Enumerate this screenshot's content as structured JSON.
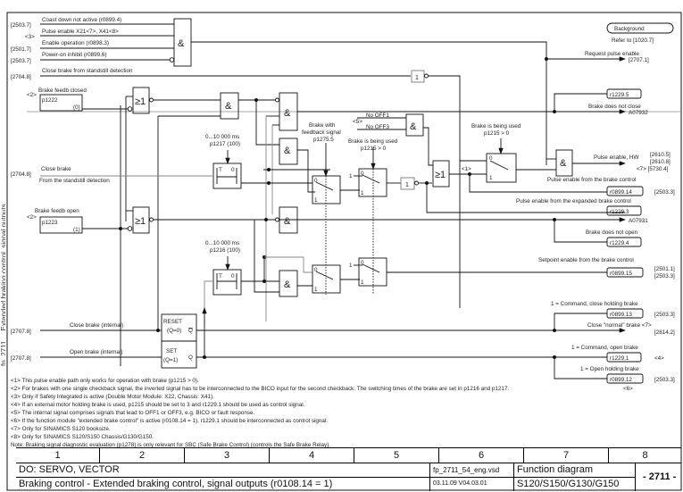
{
  "document": {
    "side_bleed_text": "fp_2711 ... Extended braking control, signal outputs"
  },
  "inputs": {
    "coast_down": {
      "ref": "[2503.7]",
      "label": "Coast down not active (r0899.4)"
    },
    "pulse_enable_x21": {
      "ref": "<3>",
      "label": "Pulse enable X21<7>, X41<8>"
    },
    "enable_operation": {
      "ref": "[2501.7]",
      "label": "Enable operation (r0898.3)"
    },
    "power_on_inhibit": {
      "ref": "[2503.7]",
      "label": "Power-on inhibit (r0899.6)"
    },
    "close_brake_standstill": {
      "ref": "[2704.8]",
      "label": "Close brake from standstill detection"
    },
    "brake_feedb_closed": {
      "note": "<2>",
      "label": "Brake feedb closed",
      "param": "p1222",
      "value": "(0)"
    },
    "close_brake": {
      "ref": "[2704.8]",
      "label": "Close brake",
      "sublabel": "From the standstill detection"
    },
    "brake_feedb_open": {
      "note": "<2>",
      "label": "Brake feedb open",
      "param": "p1223",
      "value": "(1)"
    },
    "close_brake_internal": {
      "ref": "[2707.8]",
      "label": "Close brake (internal)"
    },
    "open_brake_internal": {
      "ref": "[2707.8]",
      "label": "Open brake (internal)"
    }
  },
  "blocks": {
    "and": "&",
    "or": "≥1",
    "not": "1",
    "timer_t": "T",
    "timer_0": "0",
    "timer1": {
      "range": "0...10 000 ms",
      "param": "p1217 (100)"
    },
    "timer2": {
      "range": "0...10 000 ms",
      "param": "p1216 (100)"
    },
    "feedback_switch": {
      "line1": "Brake with",
      "line2": "feedback signal",
      "param": "p1275.5"
    },
    "brake_used1": {
      "label": "Brake is being used",
      "param": "p1215 > 0"
    },
    "brake_used2": {
      "label": "Brake is being used",
      "param": "p1215 > 0"
    },
    "no_off1": "No OFF1",
    "no_off3": "No OFF3",
    "note5": "<5>",
    "note1": "<1>",
    "switch_0": "0",
    "switch_1": "1",
    "flipflop": {
      "reset": "RESET",
      "reset_sub": "(Q=0)",
      "set": "SET",
      "set_sub": "(Q=1)",
      "qbar": "Q",
      "q": "Q"
    }
  },
  "outputs": {
    "background": {
      "label": "Background",
      "refer": "Refer to [1020.7]"
    },
    "request_pulse_enable": {
      "label": "Request pulse enable",
      "ref": "[2707.1]"
    },
    "r1229_5": "r1229.5",
    "brake_not_close": {
      "label": "Brake does not close",
      "ref": "A07932"
    },
    "pulse_enable_hw": {
      "label": "Pulse enable, HW",
      "refs": [
        "[2610.5]",
        "[2610.8]",
        "<7> [5730.4]"
      ]
    },
    "pe_brake_control": {
      "label": "Pulse enable from the brake control",
      "param": "r0899.14",
      "ref": "[2503.3]"
    },
    "pe_expanded": {
      "label": "Pulse enable from the expanded brake control",
      "param": "r1229.3"
    },
    "brake_not_open": {
      "ref": "A07931",
      "label": "Brake does not open",
      "param": "r1229.4"
    },
    "setpoint_enable": {
      "label": "Setpoint enable from the brake control",
      "param": "r0899.15",
      "refs": [
        "[2501.1]",
        "[2503.3]"
      ]
    },
    "cmd_close_holding": {
      "label": "1 = Command, close holding brake",
      "param": "r0899.13",
      "ref": "[2503.3]"
    },
    "close_normal": {
      "label": "Close \"normal\" brake <7>",
      "ref": "[2814.2]"
    },
    "cmd_open": {
      "label": "1 = Command, open brake",
      "param": "r1229.1",
      "ref": "<4>"
    },
    "open_holding": {
      "label": "1 = Open holding brake",
      "param": "r0899.12",
      "ref": "[2503.3]",
      "note": "<6>"
    }
  },
  "notes": [
    "<1> This pulse enable path only works for operation with brake (p1215 > 0).",
    "<2> For brakes with one single checkback signal, the inverted signal has to be interconnected to the BICO input for the second checkback. The switching times of the brake are set in p1216 and p1217.",
    "<3> Only if Safety Integrated is active (Double Motor Module: X22, Chassis: X41).",
    "<4> If an external motor holding brake is used, p1215 should be set to 3 and r1229.1 should be used as control signal.",
    "<5> The internal signal comprises signals that lead to OFF1 or OFF3, e.g. BICO or fault response.",
    "<6> If the function module \"extended brake control\" is active (r0108.14 = 1), r1229.1 should be interconnected as control signal.",
    "<7> Only for SINAMICS S120 booksize.",
    "<8> Only for SINAMICS S120/S150 Chassis/G130/G150.",
    "Note: Braking signal diagnostic evaluation (p1278) is only relevant for SBC (Safe Brake Control) (controls the Safe Brake Relay)."
  ],
  "footer": {
    "columns": [
      "1",
      "2",
      "3",
      "4",
      "5",
      "6",
      "7",
      "8"
    ],
    "object": "DO: SERVO, VECTOR",
    "title": "Braking control - Extended braking control, signal outputs (r0108.14 = 1)",
    "file": "fp_2711_54_eng.vsd",
    "date_version": "03.11.09  V04.03.01",
    "type": "Function diagram",
    "devices": "S120/S150/G130/G150",
    "page": "- 2711 -"
  }
}
